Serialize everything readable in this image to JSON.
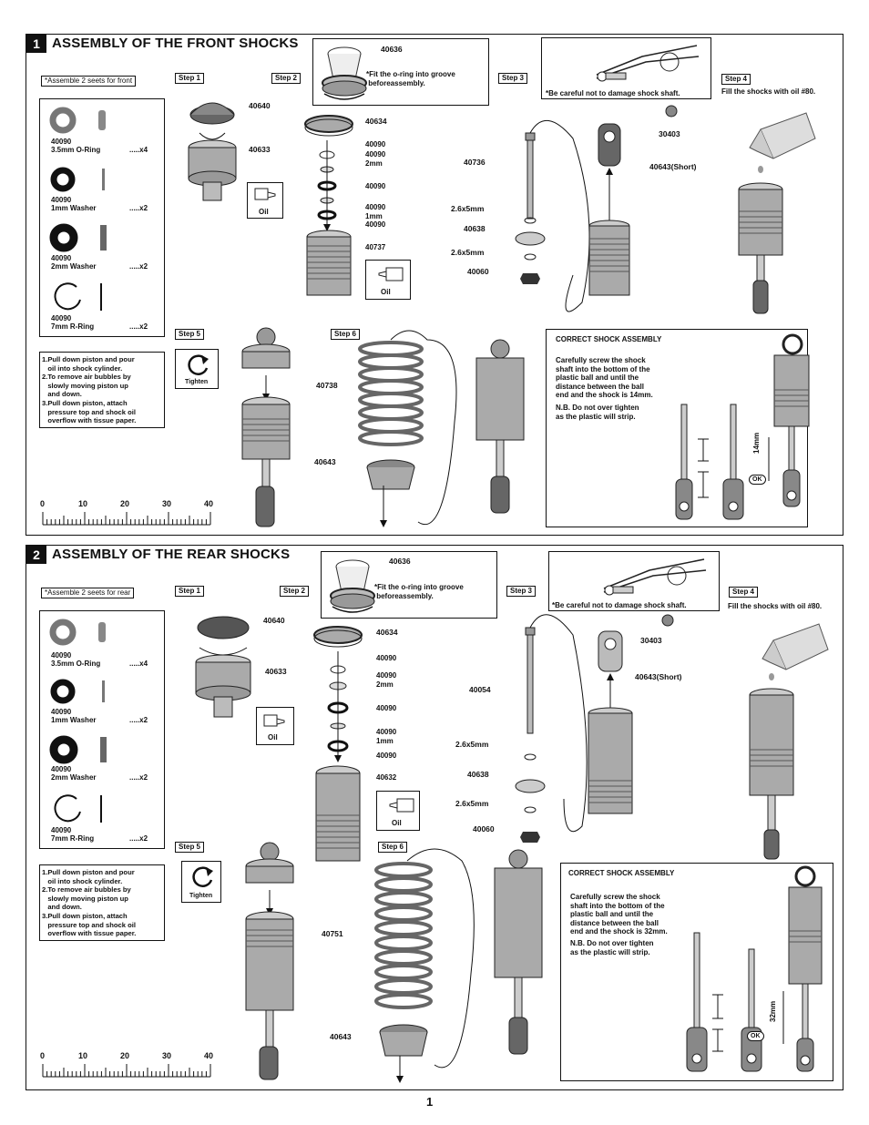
{
  "page_number": "1",
  "sections": [
    {
      "number": "1",
      "title": "ASSEMBLY OF THE FRONT SHOCKS",
      "assemble_note": "*Assemble 2 seets for front",
      "parts": [
        {
          "code": "40090",
          "name": "3.5mm O-Ring",
          "qty": ".....x4"
        },
        {
          "code": "40090",
          "name": "1mm Washer",
          "qty": ".....x2"
        },
        {
          "code": "40090",
          "name": "2mm Washer",
          "qty": ".....x2"
        },
        {
          "code": "40090",
          "name": "7mm R-Ring",
          "qty": ".....x2"
        }
      ],
      "instructions": "1.Pull down piston and pour\n   oil into shock cylinder.\n2.To remove air bubbles by\n   slowly moving piston up\n   and down.\n3.Pull down piston, attach\n   pressure top and shock oil\n   overflow with tissue paper.",
      "steps": [
        "Step 1",
        "Step 2",
        "Step 3",
        "Step 4",
        "Step 5",
        "Step 6"
      ],
      "oring_note": "*Fit the o-ring into groove\n beforeassembly.",
      "oring_code": "40636",
      "shaft_note": "*Be careful not to damage shock  shaft.",
      "fill_note": "Fill the shocks with oil #80.",
      "oil_label": "Oil",
      "tighten_label": "Tighten",
      "step1_labels": [
        "40640",
        "40633"
      ],
      "step2_labels": [
        "40634",
        "40090",
        "40090\n2mm",
        "40090",
        "40090\n1mm",
        "40090",
        "40737"
      ],
      "step3_labels": [
        "40736",
        "2.6x5mm",
        "40638",
        "2.6x5mm",
        "40060",
        "30403",
        "40643(Short)"
      ],
      "step6_labels": [
        "40738",
        "40643"
      ],
      "scale": [
        "0",
        "10",
        "20",
        "30",
        "40"
      ],
      "correct_title": "CORRECT SHOCK  ASSEMBLY",
      "correct_text": "Carefully screw the shock\nshaft into the bottom of the\nplastic ball and until the\ndistance between the ball\nend and the shock is 14mm.",
      "correct_nb": "N.B. Do not over tighten\nas the plastic will strip.",
      "dimension": "14mm",
      "ok": "OK"
    },
    {
      "number": "2",
      "title": "ASSEMBLY OF THE REAR SHOCKS",
      "assemble_note": "*Assemble 2 seets for rear",
      "parts": [
        {
          "code": "40090",
          "name": "3.5mm O-Ring",
          "qty": ".....x4"
        },
        {
          "code": "40090",
          "name": "1mm Washer",
          "qty": ".....x2"
        },
        {
          "code": "40090",
          "name": "2mm Washer",
          "qty": ".....x2"
        },
        {
          "code": "40090",
          "name": "7mm R-Ring",
          "qty": ".....x2"
        }
      ],
      "instructions": "1.Pull down piston and pour\n   oil into shock cylinder.\n2.To remove air bubbles by\n   slowly moving piston up\n   and down.\n3.Pull down piston, attach\n   pressure top and shock oil\n   overflow with tissue paper.",
      "steps": [
        "Step 1",
        "Step 2",
        "Step 3",
        "Step 4",
        "Step 5",
        "Step 6"
      ],
      "oring_note": "*Fit the o-ring into groove\n beforeassembly.",
      "oring_code": "40636",
      "shaft_note": "*Be careful not to damage shock  shaft.",
      "fill_note": "Fill the shocks with oil #80.",
      "oil_label": "Oil",
      "tighten_label": "Tighten",
      "step1_labels": [
        "40640",
        "40633"
      ],
      "step2_labels": [
        "40634",
        "40090",
        "40090\n2mm",
        "40090",
        "40090\n1mm",
        "40090",
        "40632"
      ],
      "step3_labels": [
        "40054",
        "2.6x5mm",
        "40638",
        "2.6x5mm",
        "40060",
        "30403",
        "40643(Short)"
      ],
      "step6_labels": [
        "40751",
        "40643"
      ],
      "scale": [
        "0",
        "10",
        "20",
        "30",
        "40"
      ],
      "correct_title": "CORRECT SHOCK  ASSEMBLY",
      "correct_text": "Carefully screw the shock\nshaft into the bottom of the\nplastic ball and until the\ndistance between the ball\nend and the shock is 32mm.",
      "correct_nb": "N.B. Do not over tighten\nas the plastic will strip.",
      "dimension": "32mm",
      "ok": "OK"
    }
  ]
}
